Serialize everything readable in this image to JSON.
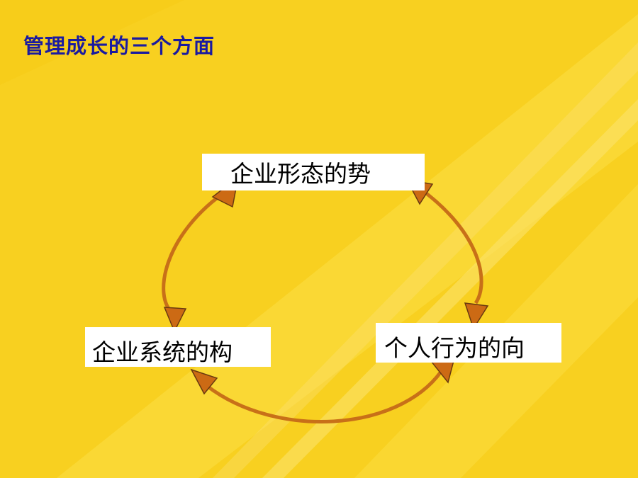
{
  "title": "管理成长的三个方面",
  "nodes": {
    "top": "企业形态的势",
    "left": "企业系统的构",
    "right": "个人行为的向"
  },
  "colors": {
    "background": "#F8D020",
    "title": "#1A1AA0",
    "arc": "#C87018",
    "arrow_fill": "#CC6A14"
  }
}
